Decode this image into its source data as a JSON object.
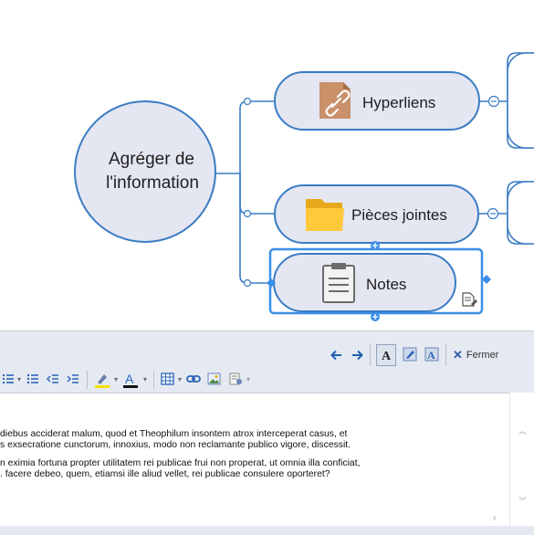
{
  "mindmap": {
    "central_topic": {
      "line1": "Agréger de",
      "line2": "l'information"
    },
    "topics": [
      {
        "label": "Hyperliens",
        "icon": "hyperlink-document-icon"
      },
      {
        "label": "Pièces jointes",
        "icon": "folder-icon"
      },
      {
        "label": "Notes",
        "icon": "clipboard-icon"
      }
    ]
  },
  "notes_panel": {
    "close_label": "Fermer",
    "note_lines": [
      "diebus acciderat malum, quod et Theophilum insontem atrox interceperat casus, et",
      "s exsecratione cunctorum, innoxius, modo non reclamante publico vigore, discessit.",
      "n eximia fortuna propter utilitatem rei publicae frui non properat, ut omnia illa conficiat,",
      ". facere debeo, quem, etiamsi ille aliud vellet, rei publicae consulere oporteret?"
    ]
  },
  "colors": {
    "node_fill": "#e4e6f2",
    "node_stroke": "#3a7cc4",
    "connector": "#3a7cc4",
    "selection": "#3a8ee8",
    "panel_bg": "#e5eaf2",
    "accent_blue": "#1f5fae"
  }
}
